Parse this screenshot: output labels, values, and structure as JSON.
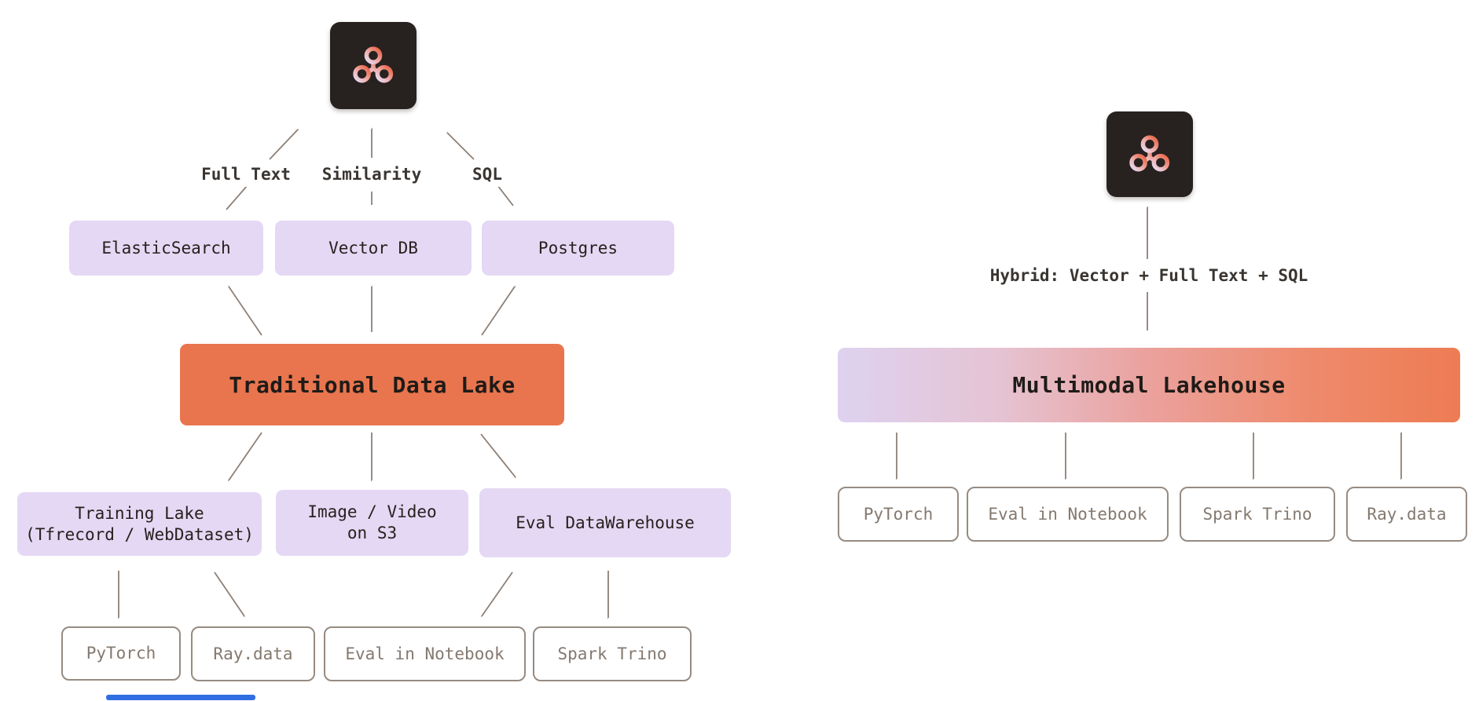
{
  "left_diagram": {
    "logo_icon": "three-node-graph-icon",
    "query_labels": [
      "Full Text",
      "Similarity",
      "SQL"
    ],
    "engines": [
      "ElasticSearch",
      "Vector DB",
      "Postgres"
    ],
    "title": "Traditional Data Lake",
    "stores": [
      {
        "line1": "Training Lake",
        "line2": "(Tfrecord / WebDataset)"
      },
      {
        "line1": "Image / Video",
        "line2": "on S3"
      },
      {
        "line1": "Eval DataWarehouse"
      }
    ],
    "consumers": [
      "PyTorch",
      "Ray.data",
      "Eval in Notebook",
      "Spark Trino"
    ]
  },
  "right_diagram": {
    "logo_icon": "three-node-graph-icon",
    "query_label": "Hybrid: Vector + Full Text + SQL",
    "title": "Multimodal Lakehouse",
    "consumers": [
      "PyTorch",
      "Eval in Notebook",
      "Spark Trino",
      "Ray.data"
    ]
  },
  "colors": {
    "accent_orange": "#e8754e",
    "accent_lavender": "#e4d8f4",
    "gradient_left": "#ded2f0",
    "gradient_right": "#ed7c53",
    "arrow": "#8d8076",
    "logo_tile_bg": "#272120",
    "outline_box_border": "#968b82",
    "outline_box_text": "#84796f",
    "label_text": "#3a3531",
    "blue_bar": "#2f6ee2"
  }
}
